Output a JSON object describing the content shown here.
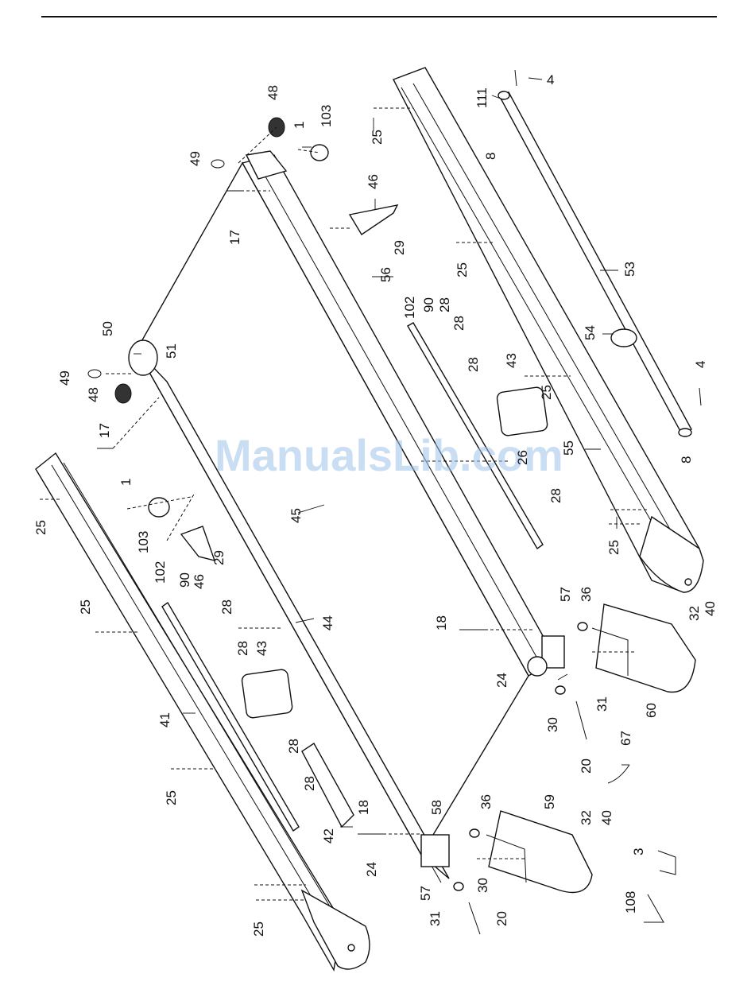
{
  "watermark": "ManualsLib.com",
  "callouts": {
    "c4a": "4",
    "c111": "111",
    "c8a": "8",
    "c25a": "25",
    "c48a": "48",
    "c1a": "1",
    "c103a": "103",
    "c49a": "49",
    "c17a": "17",
    "c46a": "46",
    "c29a": "29",
    "c56": "56",
    "c25b": "25",
    "c53": "53",
    "c50": "50",
    "c51": "51",
    "c49b": "49",
    "c48b": "48",
    "c17b": "17",
    "c102a": "102",
    "c90a": "90",
    "c28a": "28",
    "c28b": "28",
    "c28c": "28",
    "c43a": "43",
    "c25c": "25",
    "c54": "54",
    "c4b": "4",
    "c55": "55",
    "c8b": "8",
    "c26": "26",
    "c28d": "28",
    "c25d": "25",
    "c25e": "25",
    "c1b": "1",
    "c103b": "103",
    "c45": "45",
    "c29b": "29",
    "c46b": "46",
    "c102b": "102",
    "c90b": "90",
    "c28e": "28",
    "c25f": "25",
    "c44": "44",
    "c28f": "28",
    "c43b": "43",
    "c57a": "57",
    "c36a": "36",
    "c18a": "18",
    "c32a": "32",
    "c40a": "40",
    "c24a": "24",
    "c31a": "31",
    "c30a": "30",
    "c60": "60",
    "c41": "41",
    "c28g": "28",
    "c20a": "20",
    "c67": "67",
    "c28h": "28",
    "c25g": "25",
    "c42": "42",
    "c18b": "18",
    "c58": "58",
    "c36b": "36",
    "c59": "59",
    "c32b": "32",
    "c40b": "40",
    "c3": "3",
    "c24b": "24",
    "c30b": "30",
    "c57b": "57",
    "c31b": "31",
    "c20b": "20",
    "c108": "108",
    "c25h": "25"
  }
}
